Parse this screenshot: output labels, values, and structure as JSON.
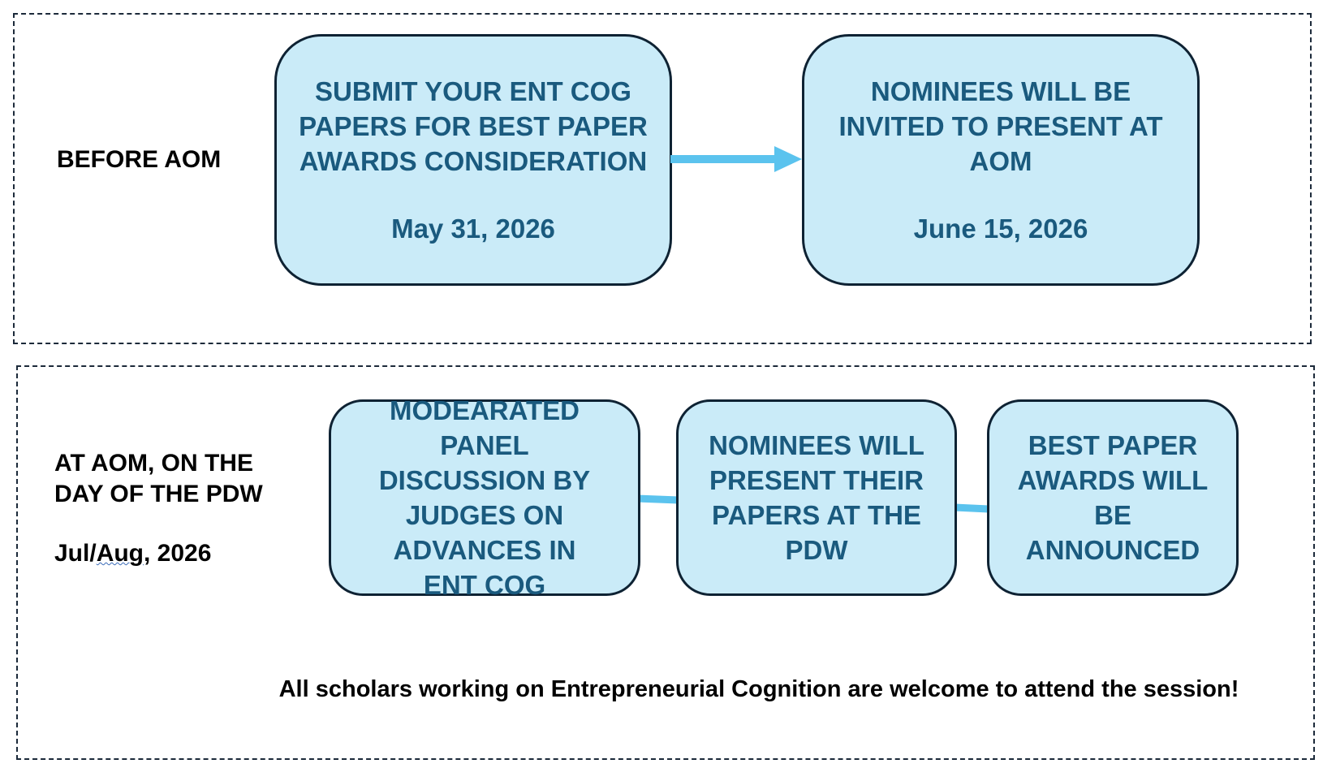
{
  "colors": {
    "box_fill": "#caebf8",
    "box_border": "#0e2233",
    "box_text": "#1a5a7e",
    "connector": "#5bc3ee",
    "section_border": "#1c2a3a"
  },
  "before_section": {
    "label": "BEFORE AOM",
    "step1": {
      "text": "SUBMIT YOUR ENT COG PAPERS FOR BEST PAPER AWARDS CONSIDERATION",
      "date": "May 31, 2026"
    },
    "step2": {
      "text": "NOMINEES  WILL BE INVITED TO PRESENT AT AOM",
      "date": "June 15, 2026"
    }
  },
  "at_section": {
    "label_line1": "AT AOM, ON THE",
    "label_line2": "DAY OF THE PDW",
    "date_prefix": "Jul/",
    "date_mid": "Aug",
    "date_suffix": ", 2026",
    "step1": [
      "MODEARATED PANEL",
      "DISCUSSION BY",
      "JUDGES ON",
      "ADVANCES IN",
      "ENT COG"
    ],
    "step2": [
      "NOMINEES WILL",
      "PRESENT THEIR",
      "PAPERS AT THE",
      "PDW"
    ],
    "step3": [
      "BEST PAPER",
      "AWARDS WILL",
      "BE",
      "ANNOUNCED"
    ]
  },
  "footer_note": "All scholars working on Entrepreneurial Cognition are welcome to attend the session!"
}
